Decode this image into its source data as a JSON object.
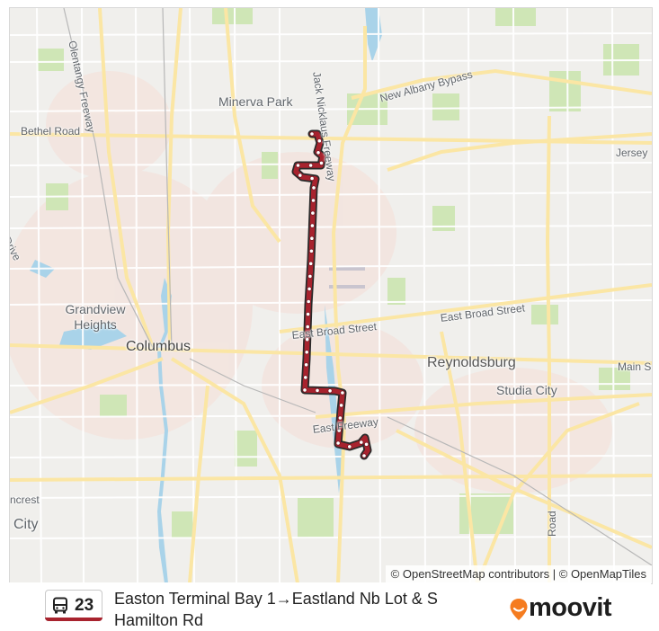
{
  "map": {
    "labels": {
      "olentangy_freeway": "Olentangy Freeway",
      "minerva_park": "Minerva Park",
      "jack_nicklaus_freeway": "Jack Nicklaus Freeway",
      "new_albany_bypass": "New Albany Bypass",
      "bethel_road": "Bethel Road",
      "jersey": "Jersey",
      "drive": "Drive",
      "grandview_heights": "Grandview Heights",
      "columbus": "Columbus",
      "east_broad_street_east": "East Broad Street",
      "east_broad_street_west": "East Broad Street",
      "reynoldsburg": "Reynoldsburg",
      "main_st": "Main S",
      "studia_city": "Studia City",
      "east_freeway": "East Freeway",
      "ncrest": "ncrest",
      "city": "City",
      "road": "Road"
    },
    "route_color": "#a8232e",
    "stop_count_shown": 36,
    "attribution": "© OpenStreetMap contributors | © OpenMapTiles"
  },
  "footer": {
    "route_number": "23",
    "route_title": "Easton Terminal Bay 1→Eastland Nb Lot & S Hamilton Rd",
    "brand": "moovit",
    "brand_color": "#f57c20",
    "bus_icon": "bus-icon"
  }
}
